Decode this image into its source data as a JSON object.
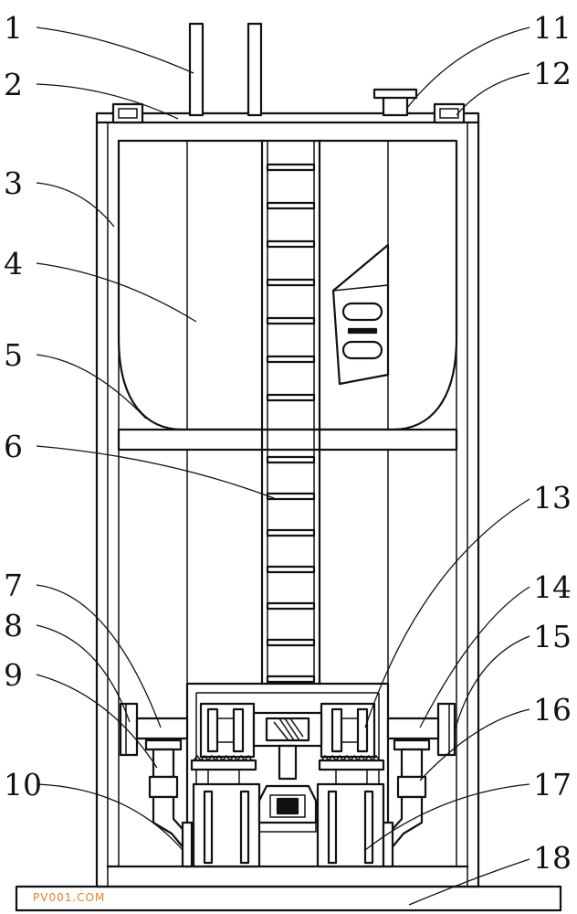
{
  "diagram": {
    "callouts": [
      {
        "id": "1",
        "text": "1"
      },
      {
        "id": "2",
        "text": "2"
      },
      {
        "id": "3",
        "text": "3"
      },
      {
        "id": "4",
        "text": "4"
      },
      {
        "id": "5",
        "text": "5"
      },
      {
        "id": "6",
        "text": "6"
      },
      {
        "id": "7",
        "text": "7"
      },
      {
        "id": "8",
        "text": "8"
      },
      {
        "id": "9",
        "text": "9"
      },
      {
        "id": "10",
        "text": "10"
      },
      {
        "id": "11",
        "text": "11"
      },
      {
        "id": "12",
        "text": "12"
      },
      {
        "id": "13",
        "text": "13"
      },
      {
        "id": "14",
        "text": "14"
      },
      {
        "id": "15",
        "text": "15"
      },
      {
        "id": "16",
        "text": "16"
      },
      {
        "id": "17",
        "text": "17"
      },
      {
        "id": "18",
        "text": "18"
      }
    ],
    "watermark": "PV001.COM"
  }
}
